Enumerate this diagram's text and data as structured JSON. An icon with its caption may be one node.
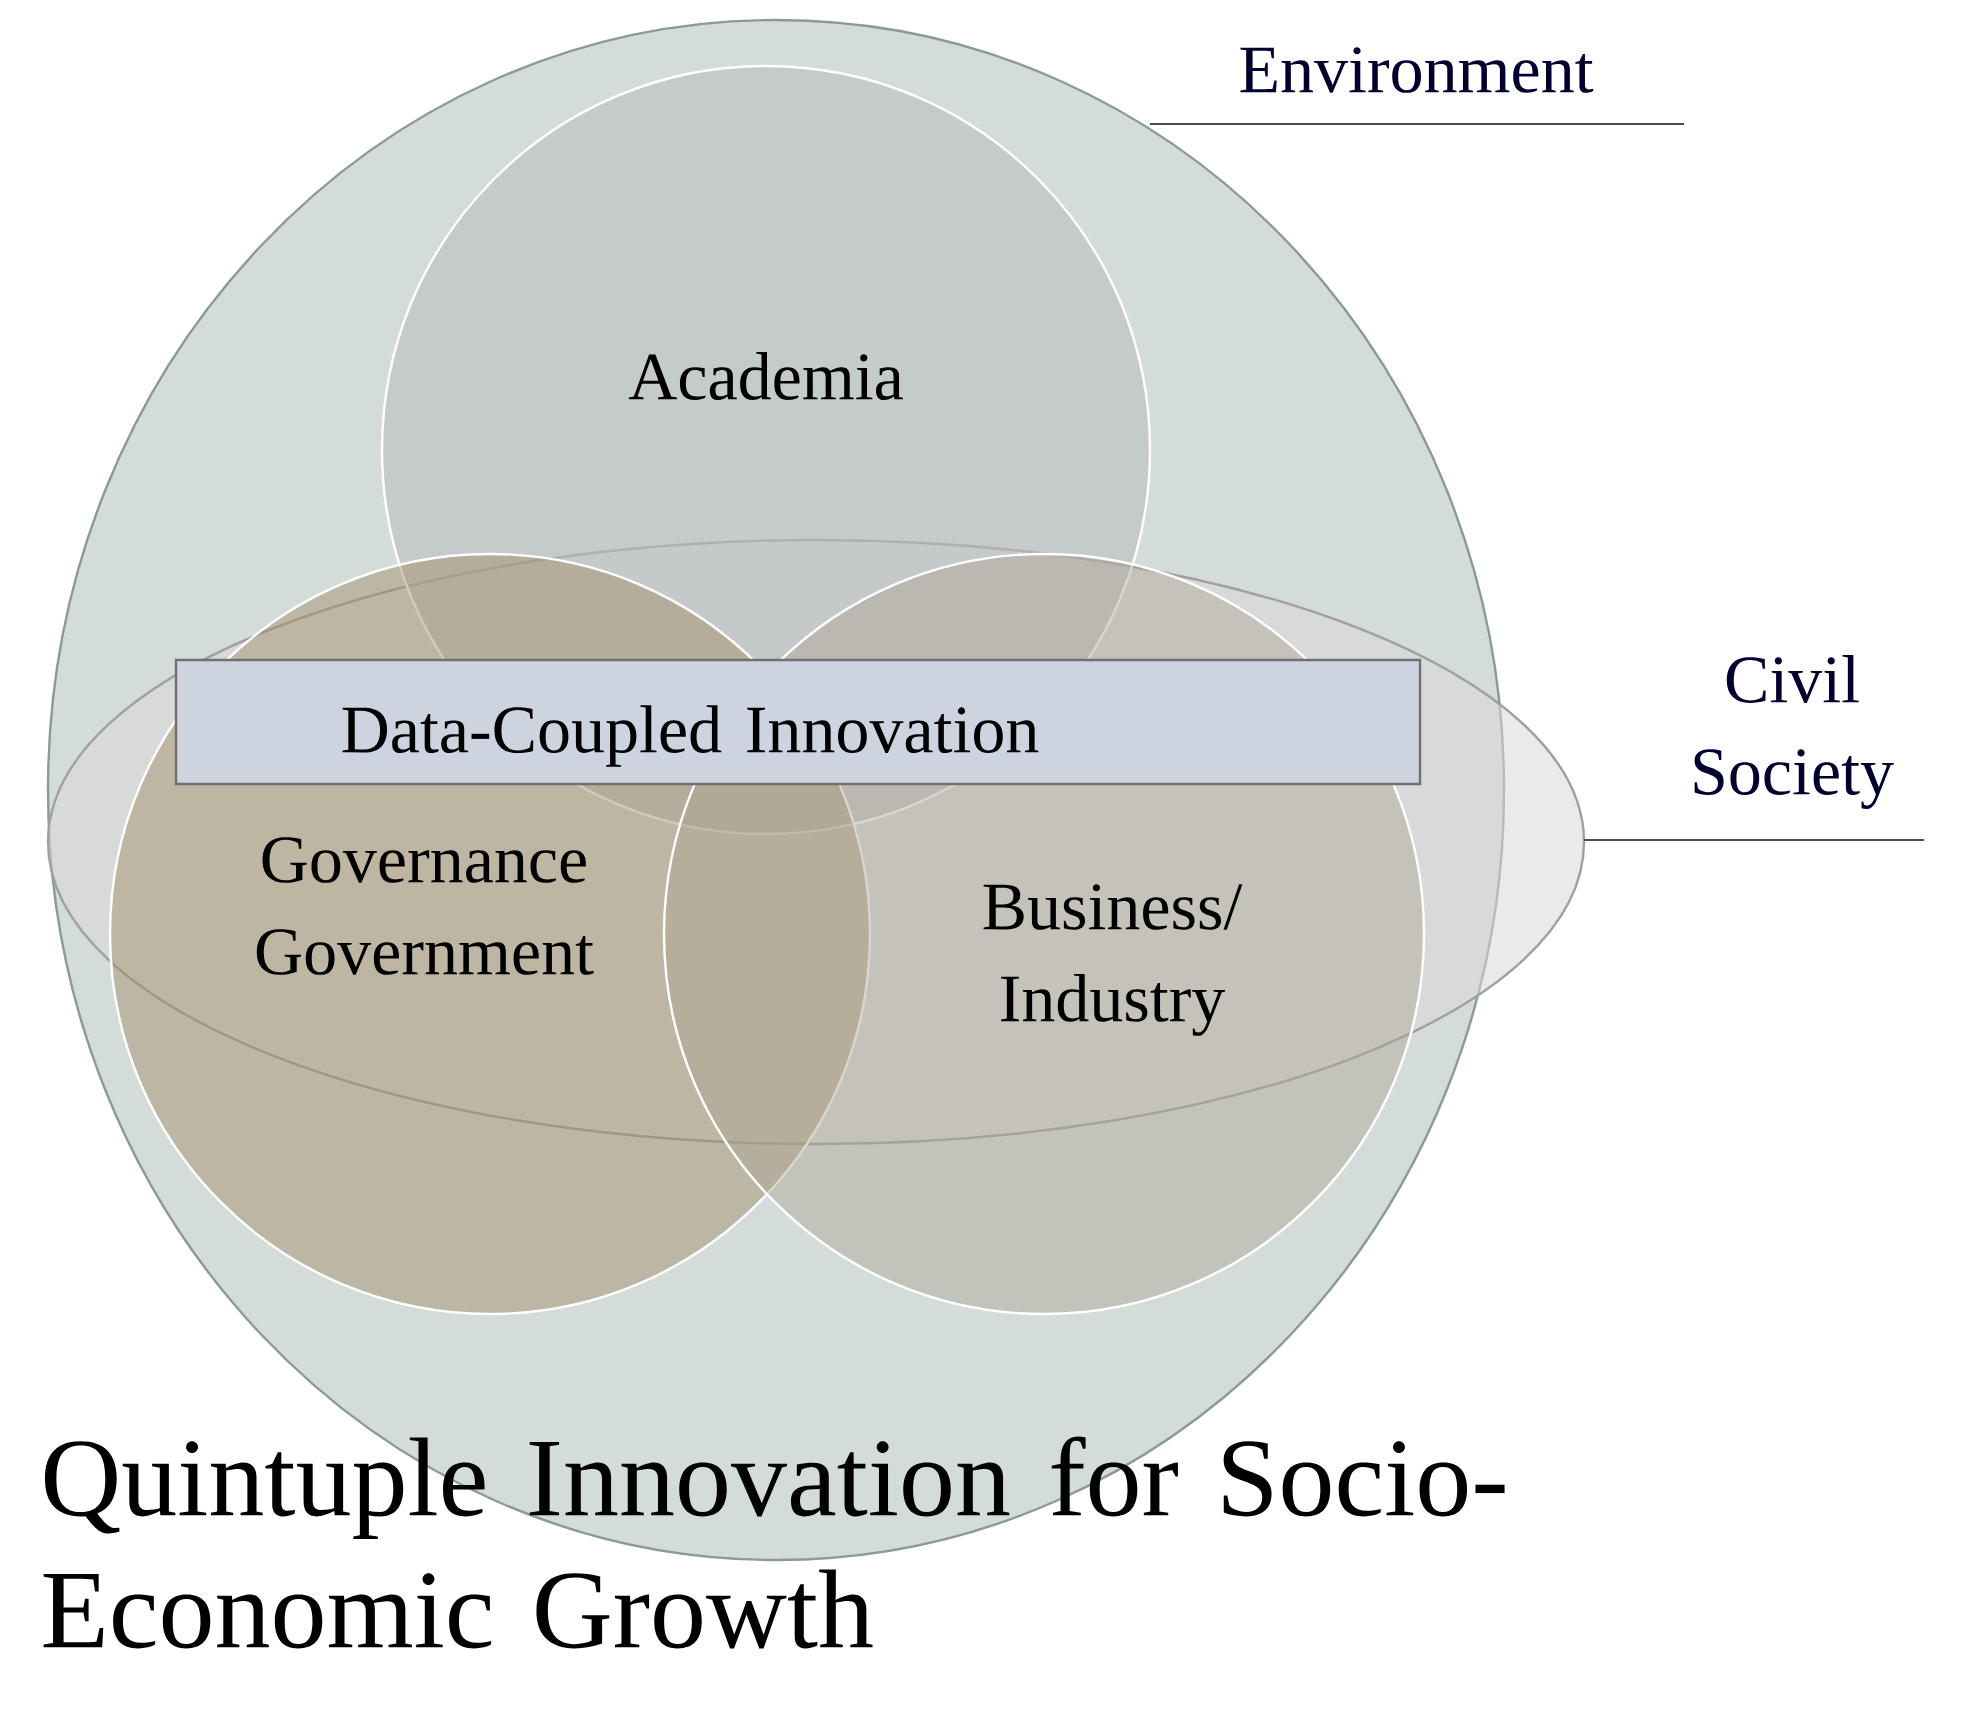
{
  "diagram": {
    "title": "Quintuple Innovation for Socio-Economic Growth",
    "nodes": [
      {
        "text": [
          "Environment"
        ]
      },
      {
        "text": [
          "Civil Society"
        ]
      },
      {
        "text": [
          "Academia"
        ],
        "in": 0
      },
      {
        "text": [
          "Governance Government"
        ],
        "in": 0
      },
      {
        "text": [
          "Business/ Industry"
        ],
        "in": 0
      },
      {
        "text": [
          "Data-Coupled Innovation"
        ],
        "in": 1
      }
    ]
  }
}
